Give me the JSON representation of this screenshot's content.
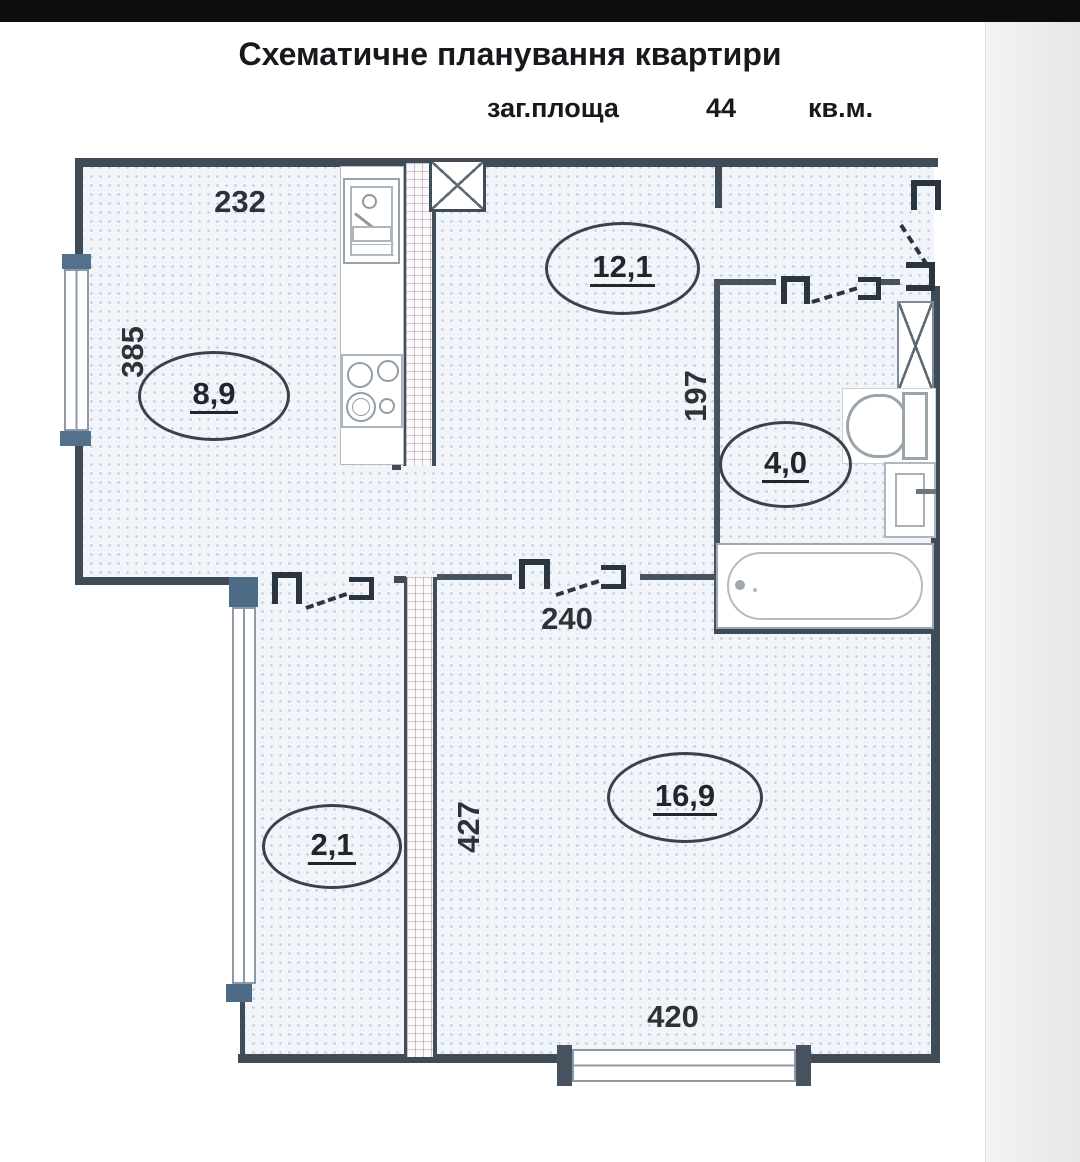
{
  "page": {
    "title": "Схематичне планування квартири",
    "area_label": "заг.площа",
    "area_value": "44",
    "area_unit": "кв.м."
  },
  "rooms": {
    "kitchen": {
      "area": "8,9"
    },
    "hall": {
      "area": "12,1"
    },
    "bathroom": {
      "area": "4,0"
    },
    "balcony": {
      "area": "2,1"
    },
    "living": {
      "area": "16,9"
    }
  },
  "dimensions": {
    "kitchen_width": "232",
    "kitchen_depth": "385",
    "bathroom_wall": "197",
    "hall_opening": "240",
    "living_depth": "427",
    "living_width": "420"
  }
}
